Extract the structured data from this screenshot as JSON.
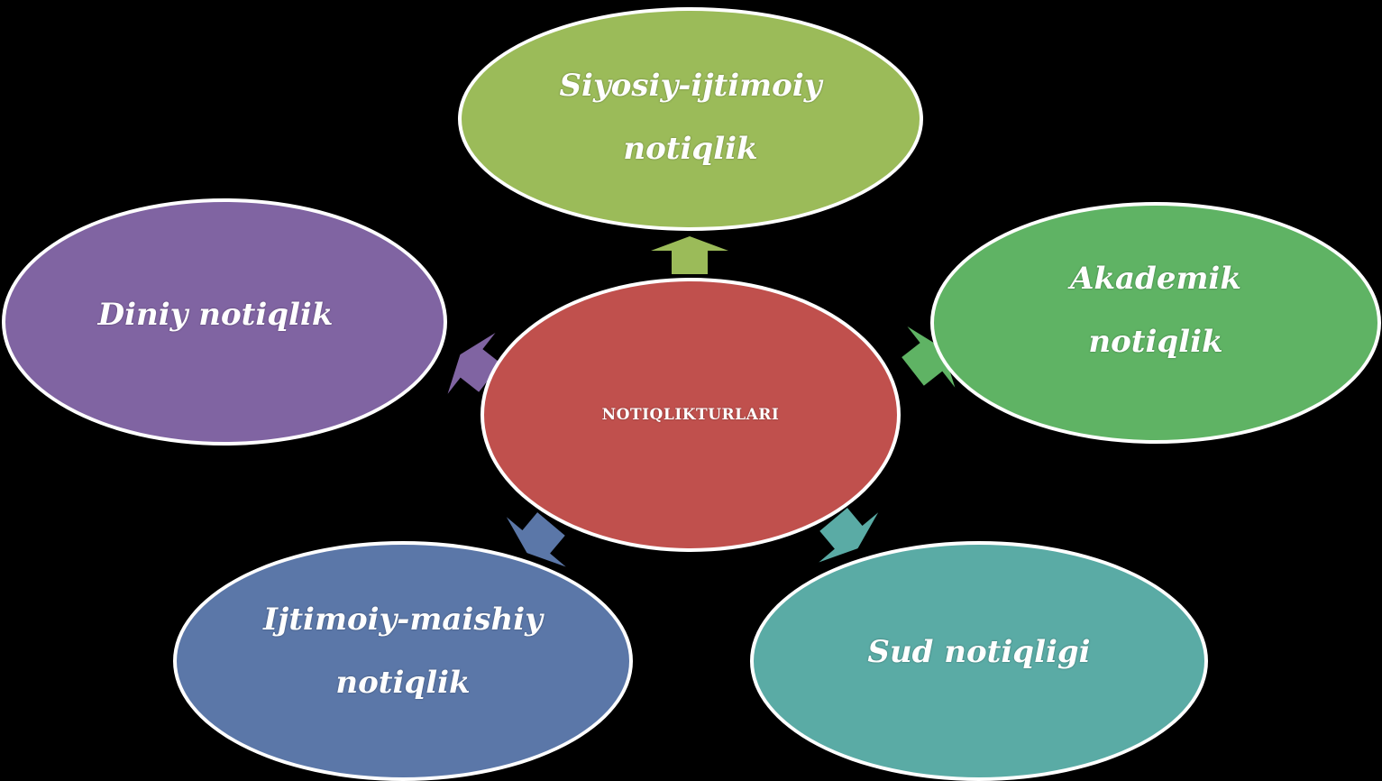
{
  "diagram": {
    "center": {
      "label": "NOTIQLIKTURLARI",
      "color": "#C0504D"
    },
    "nodes": [
      {
        "id": "top",
        "lines": [
          "Siyosiy-ijtimoiy",
          "notiqlik"
        ],
        "color": "#9BBB59"
      },
      {
        "id": "right",
        "lines": [
          "Akademik",
          "notiqlik"
        ],
        "color": "#5FB364"
      },
      {
        "id": "bottom-right",
        "lines": [
          "Sud notiqligi"
        ],
        "color": "#5AABA5"
      },
      {
        "id": "bottom-left",
        "lines": [
          "Ijtimoiy-maishiy",
          "notiqlik"
        ],
        "color": "#5B77A8"
      },
      {
        "id": "left",
        "lines": [
          "Diniy notiqlik"
        ],
        "color": "#8064A2"
      }
    ]
  }
}
